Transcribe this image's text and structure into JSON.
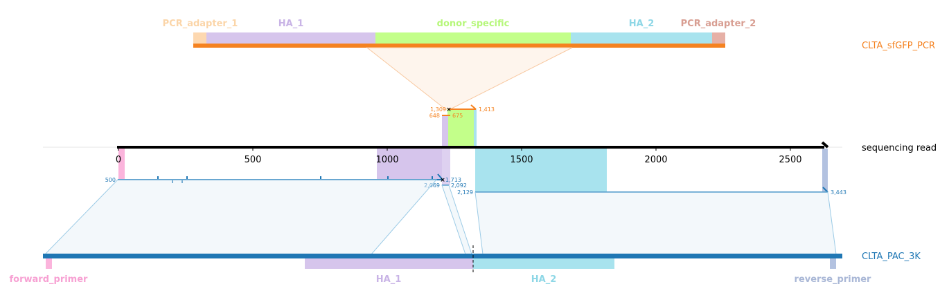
{
  "colors": {
    "orange": "#f58220",
    "blue": "#1f77b4",
    "black": "#000000",
    "pcr_adapter_1": "#fdd8b0",
    "ha1": "#d6c5ec",
    "donor_specific": "#c3ff8a",
    "ha2": "#a8e3ee",
    "pcr_adapter_2": "#e6b0a6",
    "forward_primer": "#fbb4dc",
    "reverse_primer": "#b3c2e0"
  },
  "donor": {
    "name": "CLTA_sfGFP_PCR",
    "features": [
      {
        "label": "PCR_adapter_1",
        "color_key": "pcr_adapter_1",
        "text_color": "#fbd5a8"
      },
      {
        "label": "HA_1",
        "color_key": "ha1",
        "text_color": "#c9b4e6"
      },
      {
        "label": "donor_specific",
        "color_key": "donor_specific",
        "text_color": "#b6f77a"
      },
      {
        "label": "HA_2",
        "color_key": "ha2",
        "text_color": "#8ed7e6"
      },
      {
        "label": "PCR_adapter_2",
        "color_key": "pcr_adapter_2",
        "text_color": "#d89e92"
      }
    ]
  },
  "read": {
    "name": "sequencing read",
    "ticks": [
      "0",
      "500",
      "1000",
      "1500",
      "2000",
      "2500"
    ]
  },
  "target": {
    "name": "CLTA_PAC_3K",
    "features": [
      {
        "label": "forward_primer",
        "color_key": "forward_primer",
        "text_color": "#f7a1d3"
      },
      {
        "label": "HA_1",
        "color_key": "ha1",
        "text_color": "#c9b4e6"
      },
      {
        "label": "HA_2",
        "color_key": "ha2",
        "text_color": "#8ed7e6"
      },
      {
        "label": "reverse_primer",
        "color_key": "reverse_primer",
        "text_color": "#a9b7d6"
      }
    ]
  },
  "alignment_labels": {
    "donor_start": "1,309",
    "donor_end": "1,413",
    "donor_read_start": "648",
    "donor_read_end": "675",
    "t1_start": "500",
    "t1_end": "1,713",
    "t2_start": "2,069",
    "t2_end": "2,092",
    "t3_start": "2,129",
    "t3_end": "3,443"
  }
}
